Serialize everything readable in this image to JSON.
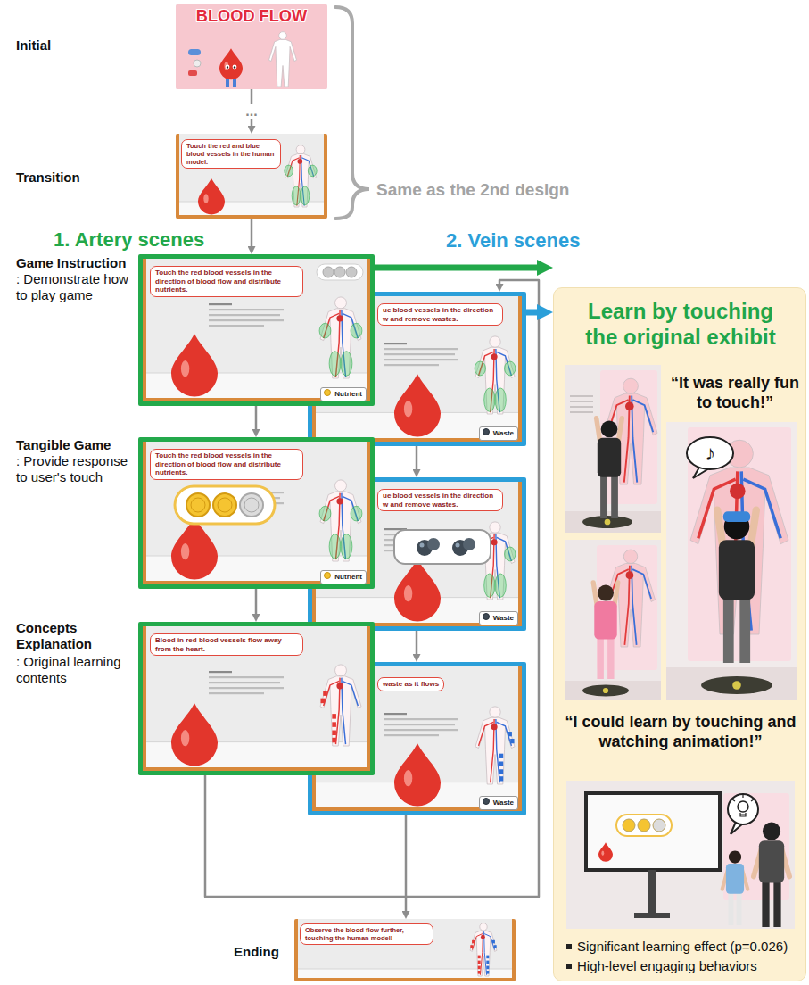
{
  "diagram": {
    "nodes": [
      {
        "text": [
          "BLOOD FLOW"
        ]
      },
      {
        "text": [
          "Touch the red and blue blood vessels in the human model."
        ]
      },
      {
        "text": [
          "Touch the red blood vessels in the direction of blood flow and distribute nutrients.",
          "Nutrient"
        ]
      },
      {
        "text": [
          "ue blood vessels in the direction w and remove wastes.",
          "Waste"
        ]
      },
      {
        "text": [
          "Touch the red blood vessels in the direction of blood flow and distribute nutrients.",
          "Nutrient"
        ]
      },
      {
        "text": [
          "ue blood vessels in the direction w and remove wastes.",
          "Waste"
        ]
      },
      {
        "text": [
          "Blood in red blood vessels flow away from the heart."
        ]
      },
      {
        "text": [
          "waste as it flows",
          "Waste"
        ]
      },
      {
        "text": [
          "Observe the blood flow further, touching the human model!"
        ]
      },
      {
        "text": [
          "Learn by touching the original exhibit",
          "“It was really fun to touch!”",
          "“I could learn by touching and watching animation!”",
          "Significant learning effect (p=0.026)",
          "High-level engaging behaviors"
        ]
      },
      {
        "text": [
          "♪"
        ],
        "in": 9
      }
    ],
    "edges": [
      {
        "from": 0,
        "to": 1,
        "arrow": "to",
        "label": "..."
      },
      {
        "from": 1,
        "to": 2,
        "arrow": "to"
      },
      {
        "from": 2,
        "to": 4,
        "arrow": "to"
      },
      {
        "from": 4,
        "to": 6,
        "arrow": "to"
      },
      {
        "from": 6,
        "to": 3,
        "arrow": "to"
      },
      {
        "from": 3,
        "to": 5,
        "arrow": "to"
      },
      {
        "from": 5,
        "to": 7,
        "arrow": "to"
      },
      {
        "from": 7,
        "to": 8,
        "arrow": "to"
      },
      {
        "from": 2,
        "to": 9,
        "arrow": "to"
      },
      {
        "from": 3,
        "to": 9,
        "arrow": "to"
      }
    ],
    "labels": [
      "Initial",
      "Transition",
      "Same as the 2nd design",
      "1. Artery scenes",
      "2. Vein scenes",
      "Game Instruction",
      ": Demonstrate how to play game",
      "Tangible Game",
      ": Provide response to user's touch",
      "Concepts Explanation",
      ": Original learning contents",
      "Ending"
    ]
  }
}
